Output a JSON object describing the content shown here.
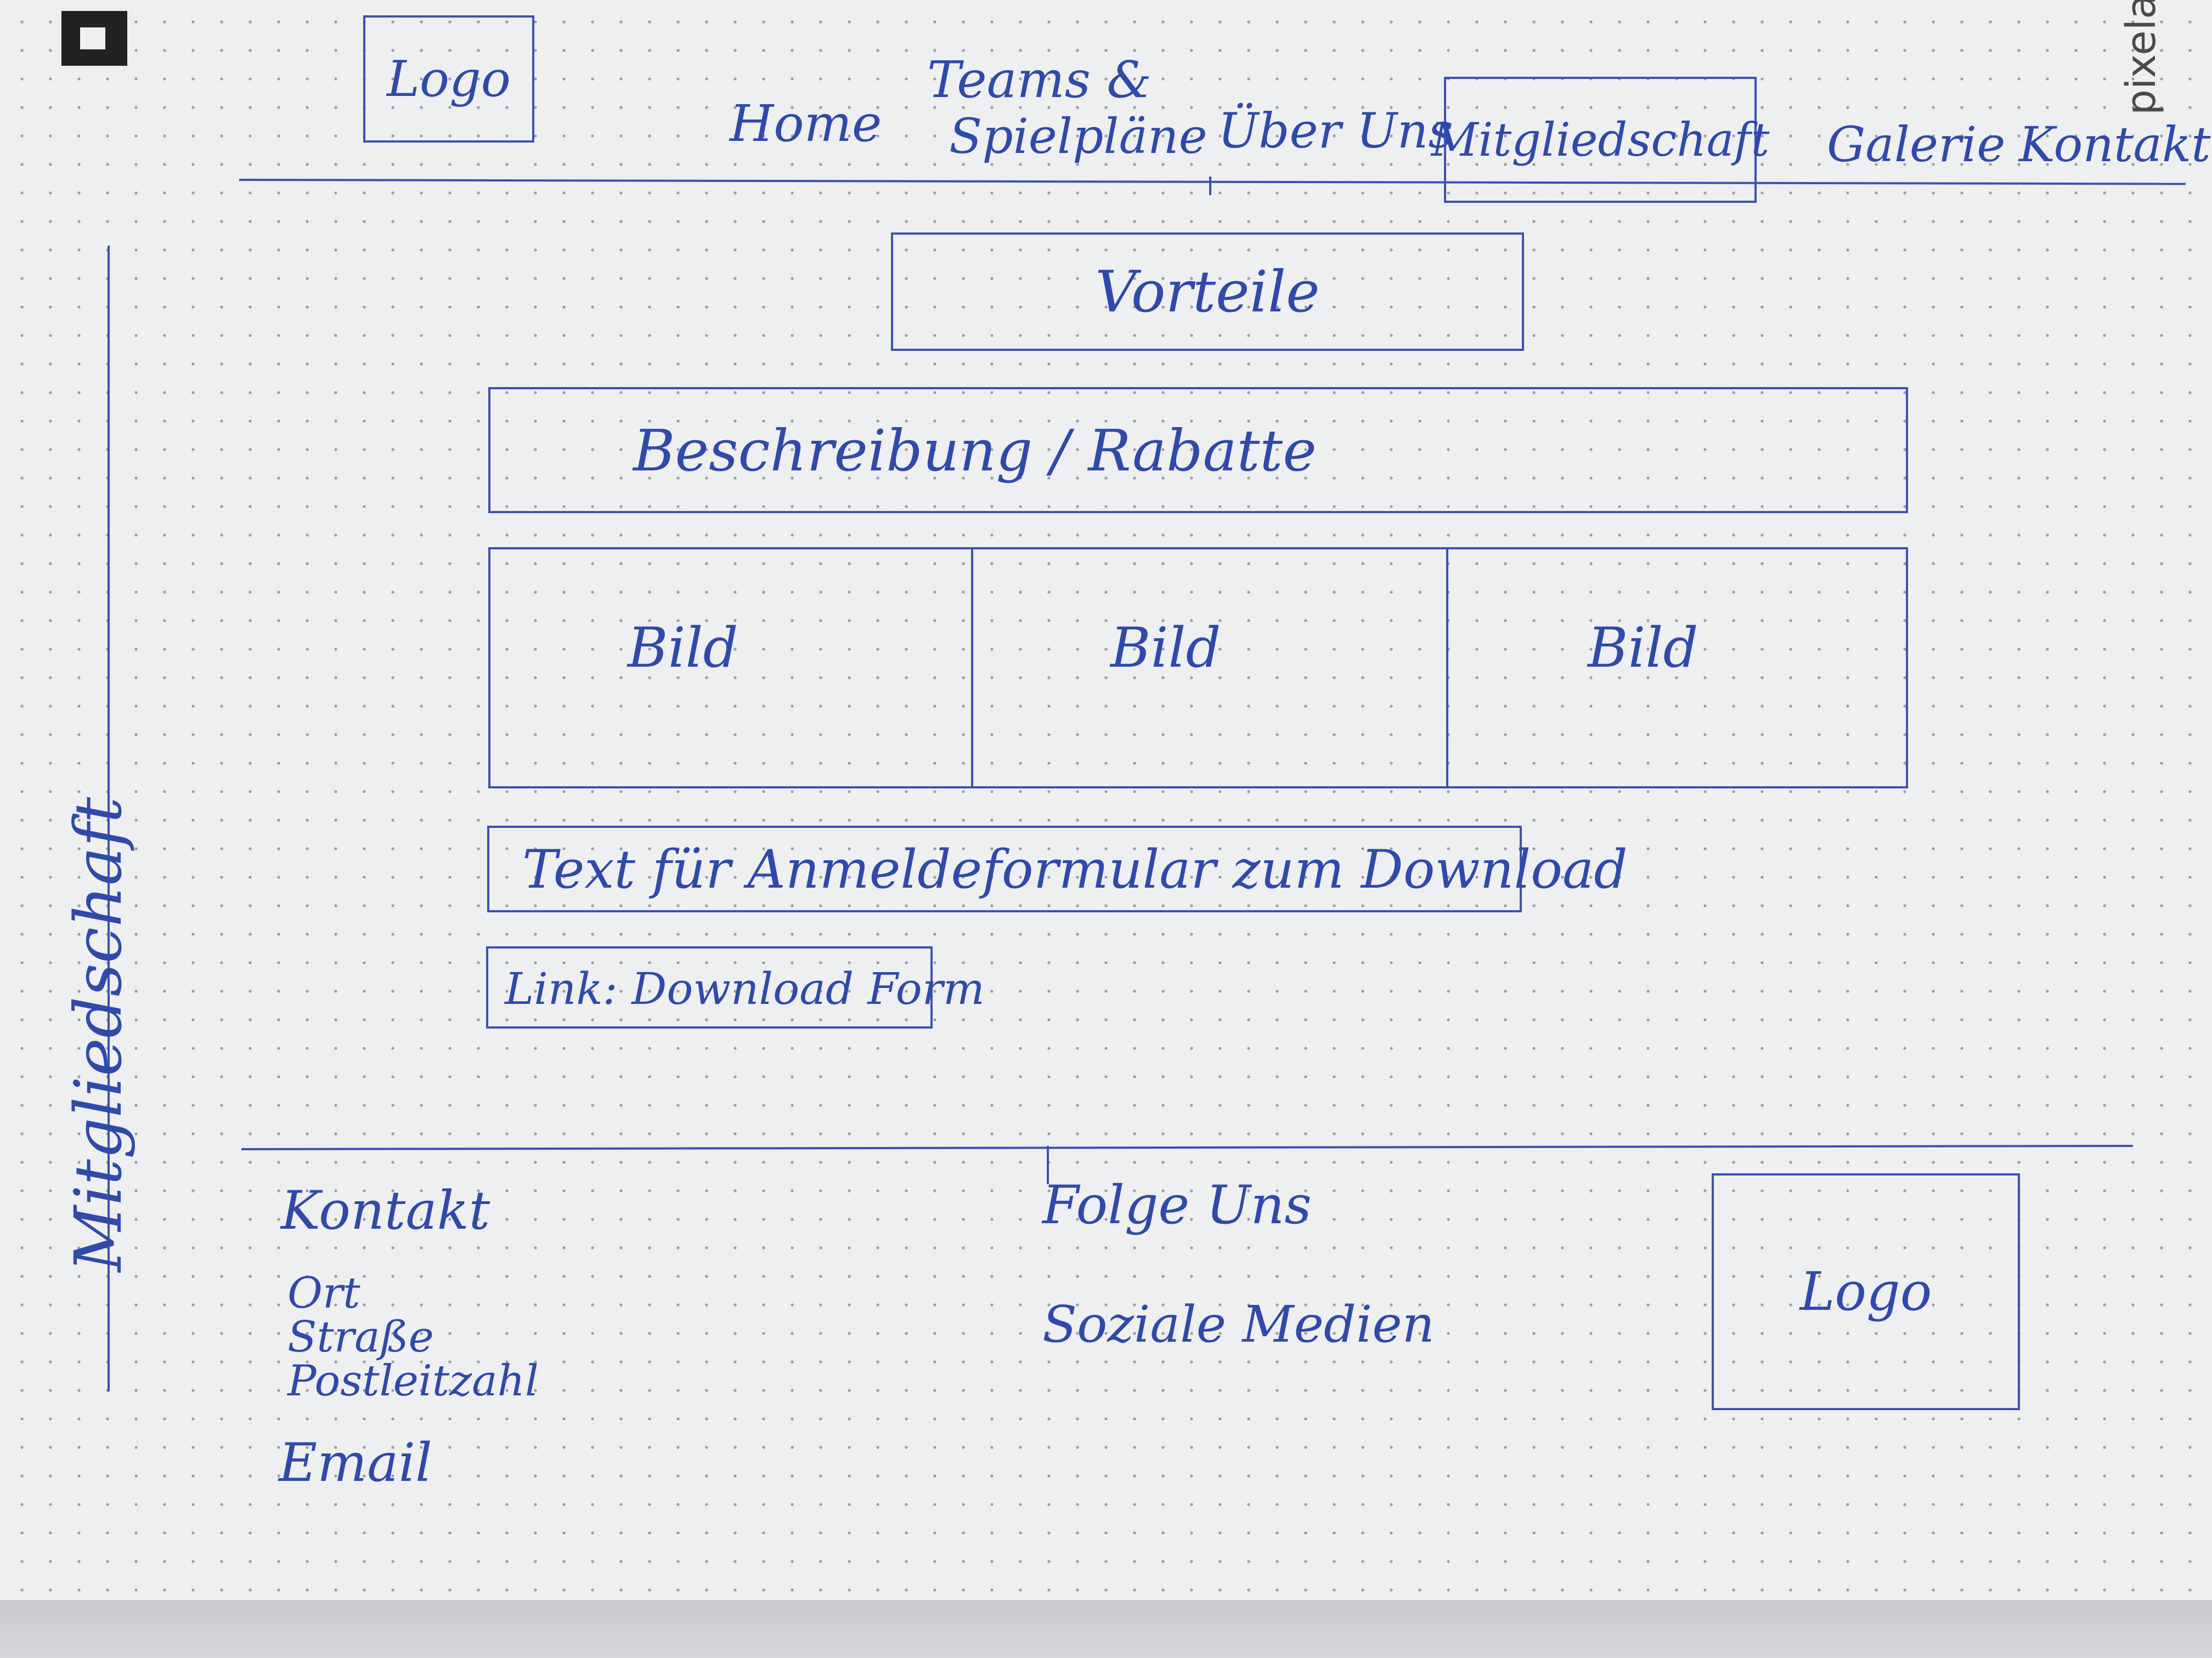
{
  "header": {
    "logo": "Logo",
    "nav": [
      "Home",
      "Teams &",
      "Spielpläne",
      "Über Uns",
      "Mitgliedschaft",
      "Galerie",
      "Kontakt"
    ]
  },
  "side_label": "Mitgliedschaft",
  "main": {
    "vorteile": "Vorteile",
    "beschreibung": "Beschreibung / Rabatte",
    "bilder": [
      "Bild",
      "Bild",
      "Bild"
    ],
    "form_text": "Text für Anmeldeformular zum Download",
    "download_link": "Link: Download Form"
  },
  "footer": {
    "kontakt_title": "Kontakt",
    "kontakt_lines": [
      "Ort",
      "Straße",
      "Postleitzahl"
    ],
    "email": "Email",
    "folge_title": "Folge Uns",
    "social": "Soziale Medien",
    "logo": "Logo"
  },
  "watermark": "pixelart",
  "colors": {
    "ink": "#2f4aa8",
    "paper": "#eeeff1"
  }
}
